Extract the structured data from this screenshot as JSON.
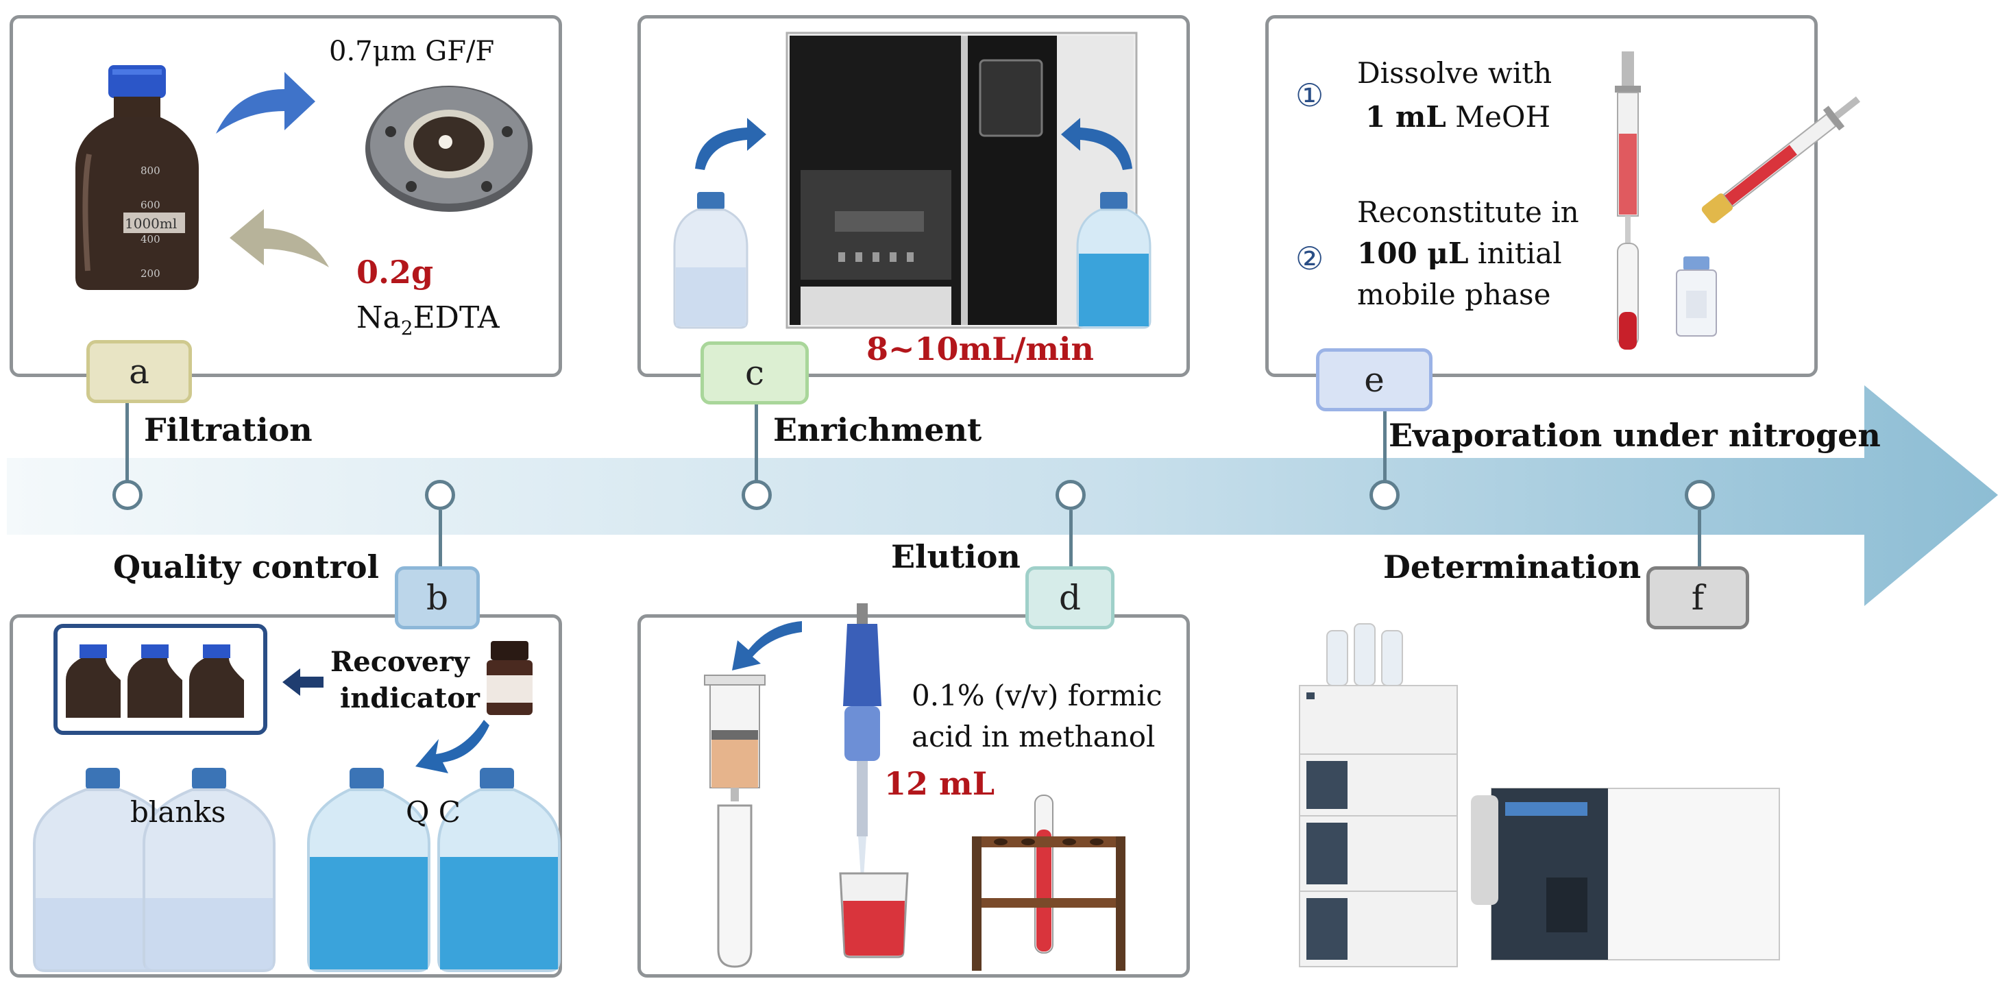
{
  "timeline": {
    "arrow_color_start": "#f2f8fb",
    "arrow_color_end": "#8fbfd6"
  },
  "steps": {
    "a": {
      "tag": "a",
      "label": "Filtration",
      "tag_color": "#e8e4c4",
      "tag_border": "#cfc98e"
    },
    "b": {
      "tag": "b",
      "label": "Quality control",
      "tag_color": "#bcd6ea",
      "tag_border": "#8db7d8"
    },
    "c": {
      "tag": "c",
      "label": "Enrichment",
      "tag_color": "#dcefd2",
      "tag_border": "#a9d69a"
    },
    "d": {
      "tag": "d",
      "label": "Elution",
      "tag_color": "#d6ece9",
      "tag_border": "#9fd0c9"
    },
    "e": {
      "tag": "e",
      "label": "Evaporation under nitrogen",
      "tag_color": "#d9e3f5",
      "tag_border": "#9bb3e6"
    },
    "f": {
      "tag": "f",
      "label": "Determination",
      "tag_color": "#d9d9d9",
      "tag_border": "#7f7f7f"
    }
  },
  "panel_a": {
    "filter_label": "0.7μm GF/F",
    "edta_amount": "0.2g",
    "edta_name_prefix": "Na",
    "edta_name_sub": "2",
    "edta_name_suffix": "EDTA",
    "bottle_label": "1000ml",
    "bottle_marks": [
      "800",
      "600",
      "400",
      "200"
    ]
  },
  "panel_b": {
    "recovery_line1": "Recovery",
    "recovery_line2": "indicator",
    "blanks_label": "blanks",
    "qc_label": "Q C"
  },
  "panel_c": {
    "flow_rate": "8~10mL/min"
  },
  "panel_d": {
    "solvent_line1": "0.1% (v/v) formic",
    "solvent_line2": "acid in methanol",
    "volume": "12 mL"
  },
  "panel_e": {
    "step1_num": "①",
    "step1_line1": "Dissolve with",
    "step1_bold": "1 mL",
    "step1_rest": " MeOH",
    "step2_num": "②",
    "step2_line1": "Reconstitute in",
    "step2_bold": "100 μL",
    "step2_rest": " initial",
    "step2_line3": "mobile phase"
  },
  "icons": [
    "bottle-icon",
    "filter-disc-icon",
    "curved-arrow-icon",
    "spe-instrument-icon",
    "syringe-icon",
    "vial-icon",
    "pipette-icon",
    "beaker-icon",
    "test-tube-icon",
    "tube-rack-icon",
    "lc-ms-instrument-icon"
  ]
}
